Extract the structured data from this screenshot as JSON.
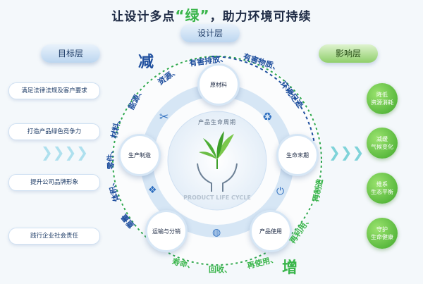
{
  "title": {
    "before": "让设计多点",
    "highlight": "“绿”",
    "after": "，助力环境可持续"
  },
  "layers": {
    "design": "设计层",
    "goal": "目标层",
    "impact": "影响层"
  },
  "goals": [
    "满足法律法规及客户要求",
    "打造产品绿色竞争力",
    "提升公司品牌形象",
    "践行企业社会责任"
  ],
  "effects": [
    "降低\n资源消耗",
    "减缓\n气候变化",
    "维系\n生态平衡",
    "守护\n生命健康"
  ],
  "nodes": {
    "raw": "原材料",
    "production": "生产制造",
    "end": "生命末期",
    "transport": "运输与分销",
    "usage": "产品使用"
  },
  "center": {
    "cn": "产品生命周期",
    "en": "PRODUCT LIFE CYCLE"
  },
  "reduce": {
    "head": "减",
    "items": [
      "能源、",
      "资源、",
      "有害排放、",
      "有害物质、",
      "环境足迹"
    ],
    "left": "材料、",
    "left2": "零件、",
    "left3": "体积、",
    "left4": "重量"
  },
  "increase": {
    "head": "增",
    "items": [
      "寿命、",
      "回收、",
      "再使用、",
      "再利用、",
      "再制造"
    ]
  },
  "colors": {
    "blue": "#1f4f9e",
    "green": "#39b54a",
    "ring": "#4a8fd6"
  },
  "icons": [
    "tools-icon",
    "recycle-icon",
    "dropbox-icon",
    "power-icon",
    "globe-icon",
    "leaf-icon",
    "hands-icon"
  ]
}
